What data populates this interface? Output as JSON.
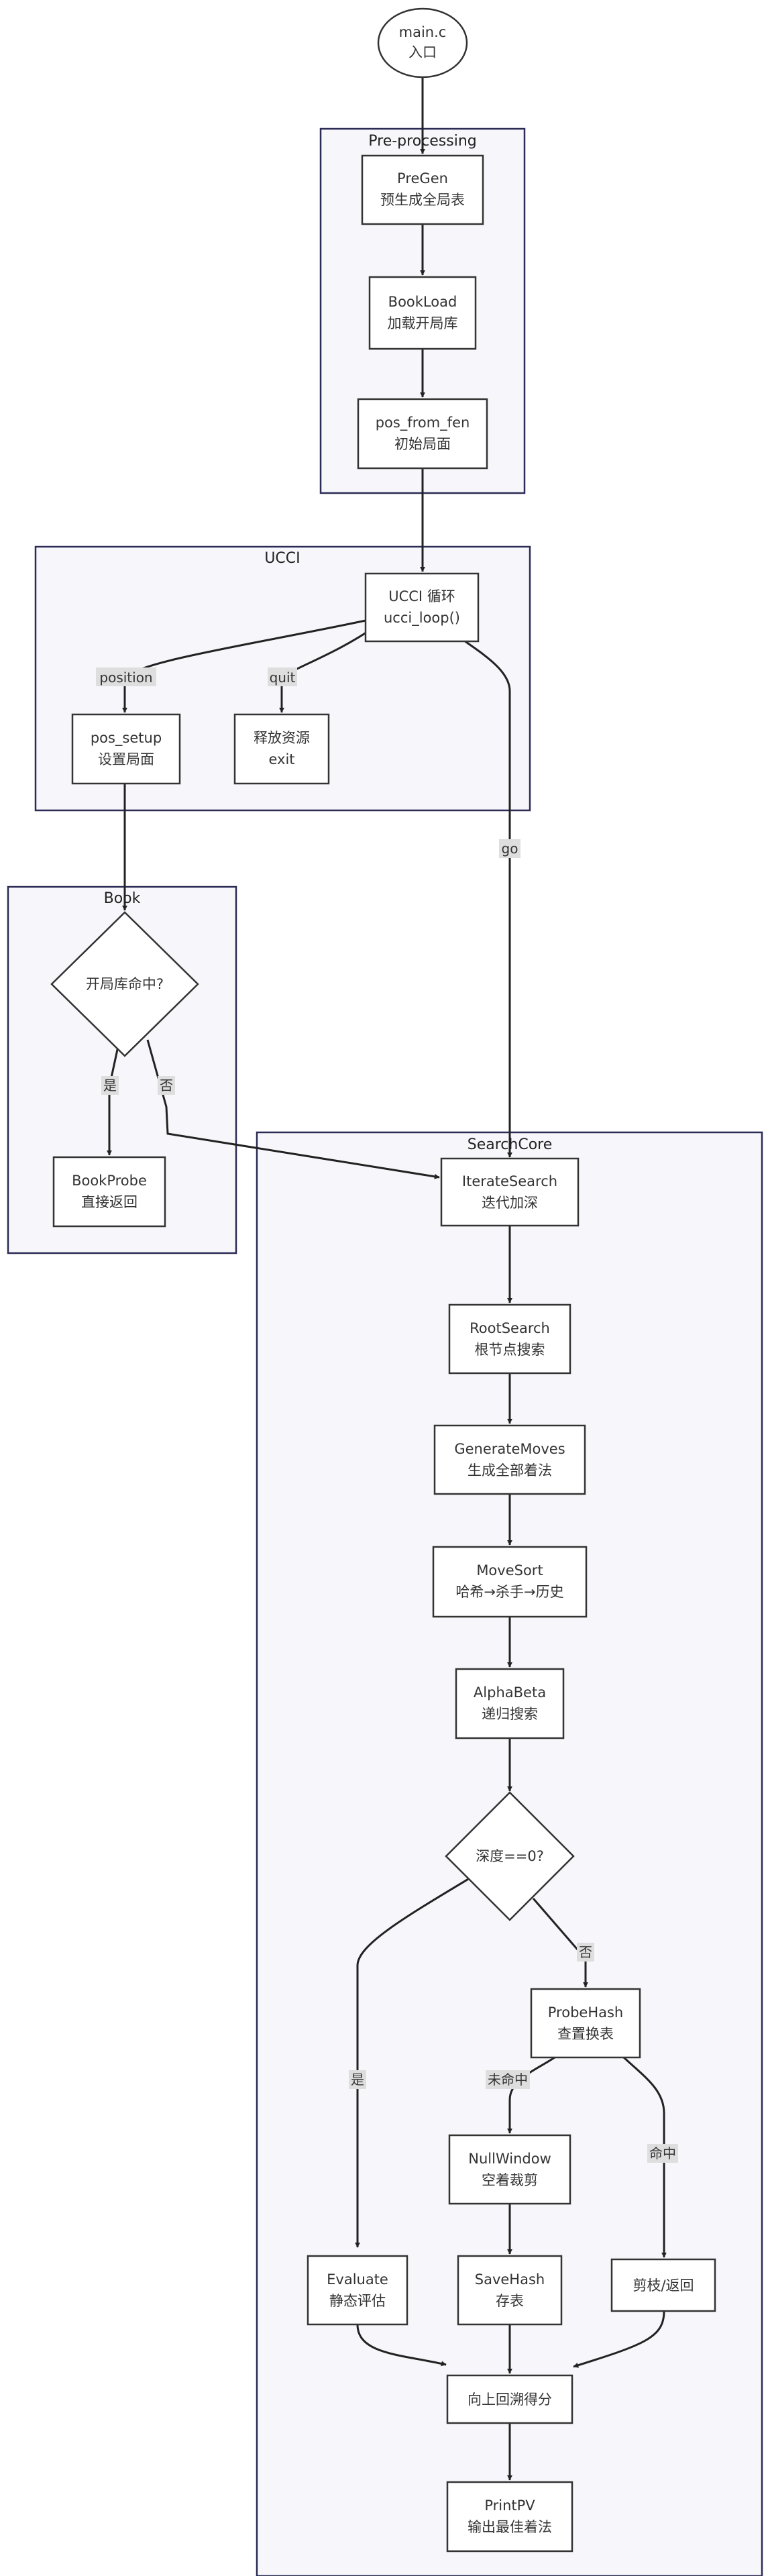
{
  "clusters": {
    "preprocessing": "Pre-processing",
    "ucci": "UCCI",
    "book": "Book",
    "searchcore": "SearchCore"
  },
  "nodes": {
    "main": [
      "main.c",
      "入口"
    ],
    "pregen": [
      "PreGen",
      "预生成全局表"
    ],
    "bookload": [
      "BookLoad",
      "加载开局库"
    ],
    "posfromfen": [
      "pos_from_fen",
      "初始局面"
    ],
    "uccimain": [
      "UCCI 循环",
      "ucci_loop()"
    ],
    "possetup": [
      "pos_setup",
      "设置局面"
    ],
    "release": [
      "释放资源",
      "exit"
    ],
    "bookhit": [
      "开局库命中?"
    ],
    "bookprobe": [
      "BookProbe",
      "直接返回"
    ],
    "iterate": [
      "IterateSearch",
      "迭代加深"
    ],
    "rootsearch": [
      "RootSearch",
      "根节点搜索"
    ],
    "genmoves": [
      "GenerateMoves",
      "生成全部着法"
    ],
    "movesort": [
      "MoveSort",
      "哈希→杀手→历史"
    ],
    "alphabeta": [
      "AlphaBeta",
      "递归搜索"
    ],
    "depth": [
      "深度==0?"
    ],
    "probehash": [
      "ProbeHash",
      "查置换表"
    ],
    "nullwindow": [
      "NullWindow",
      "空着裁剪"
    ],
    "evaluate": [
      "Evaluate",
      "静态评估"
    ],
    "savehash": [
      "SaveHash",
      "存表"
    ],
    "cutoff": [
      "剪枝/返回"
    ],
    "backprop": [
      "向上回溯得分"
    ],
    "printpv": [
      "PrintPV",
      "输出最佳着法"
    ]
  },
  "edge_labels": {
    "position": "position",
    "quit": "quit",
    "go": "go",
    "book_yes": "是",
    "book_no": "否",
    "depth_yes": "是",
    "depth_no": "否",
    "miss": "未命中",
    "hit": "命中"
  },
  "colors": {
    "cluster_fill": "#f7f7fb",
    "cluster_border": "#2b2b55",
    "node_fill": "#ffffff",
    "edge": "#222222",
    "label_background": "#dedede"
  }
}
